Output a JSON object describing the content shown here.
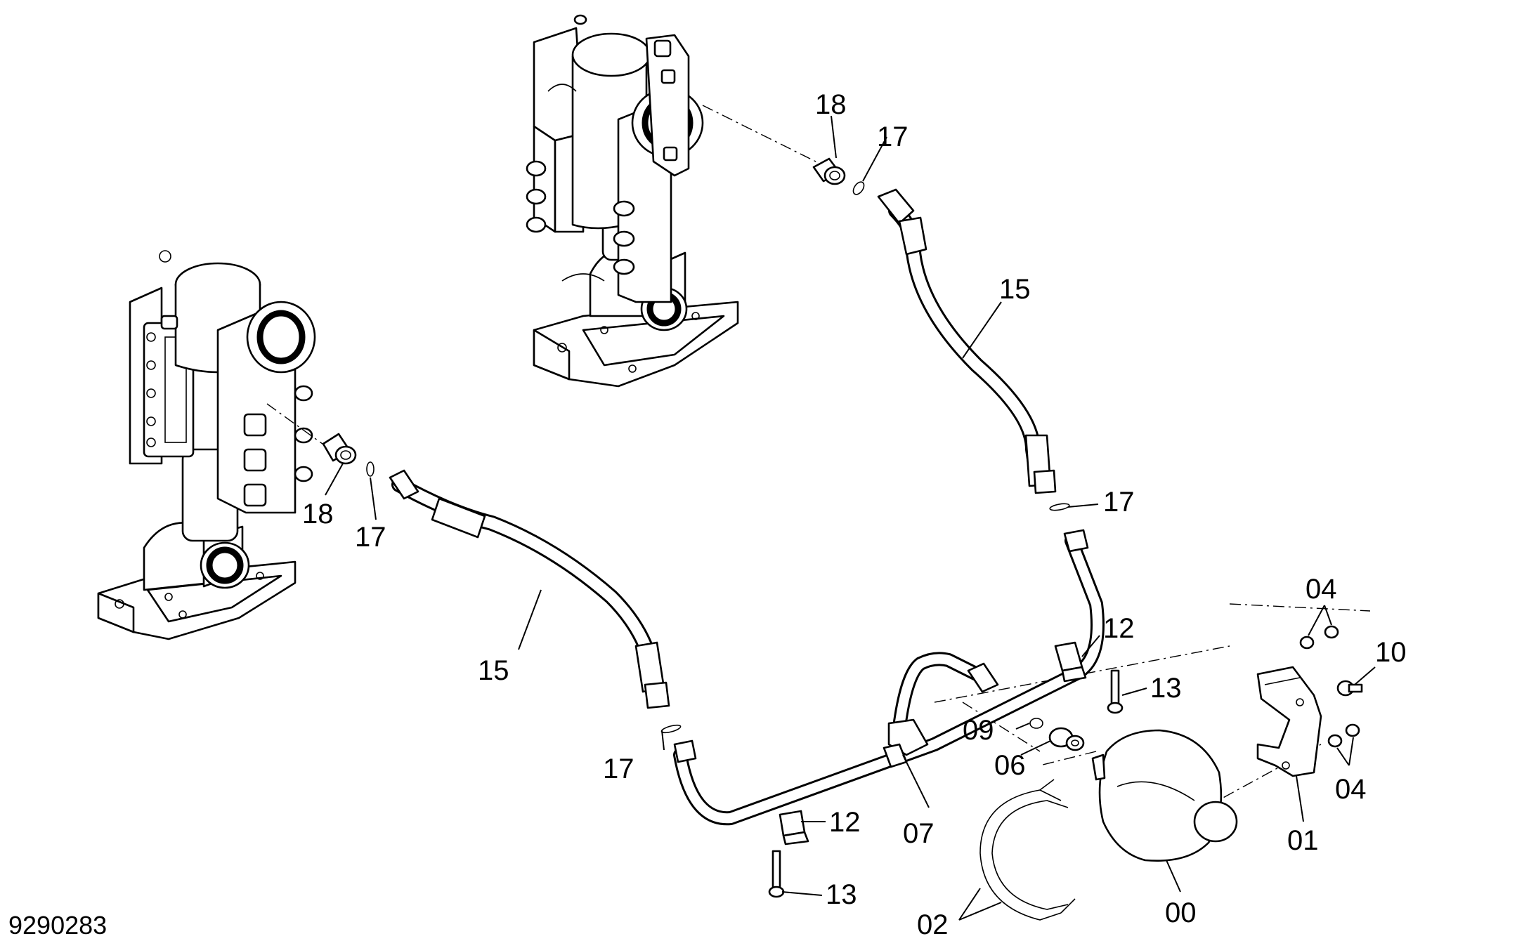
{
  "document_number": "9290283",
  "callouts": {
    "c00": "00",
    "c01": "01",
    "c02": "02",
    "c04a": "04",
    "c04b": "04",
    "c06": "06",
    "c07": "07",
    "c09": "09",
    "c10": "10",
    "c12a": "12",
    "c12b": "12",
    "c13a": "13",
    "c13b": "13",
    "c15a": "15",
    "c15b": "15",
    "c17a": "17",
    "c17b": "17",
    "c17c": "17",
    "c17d": "17",
    "c18a": "18",
    "c18b": "18"
  }
}
